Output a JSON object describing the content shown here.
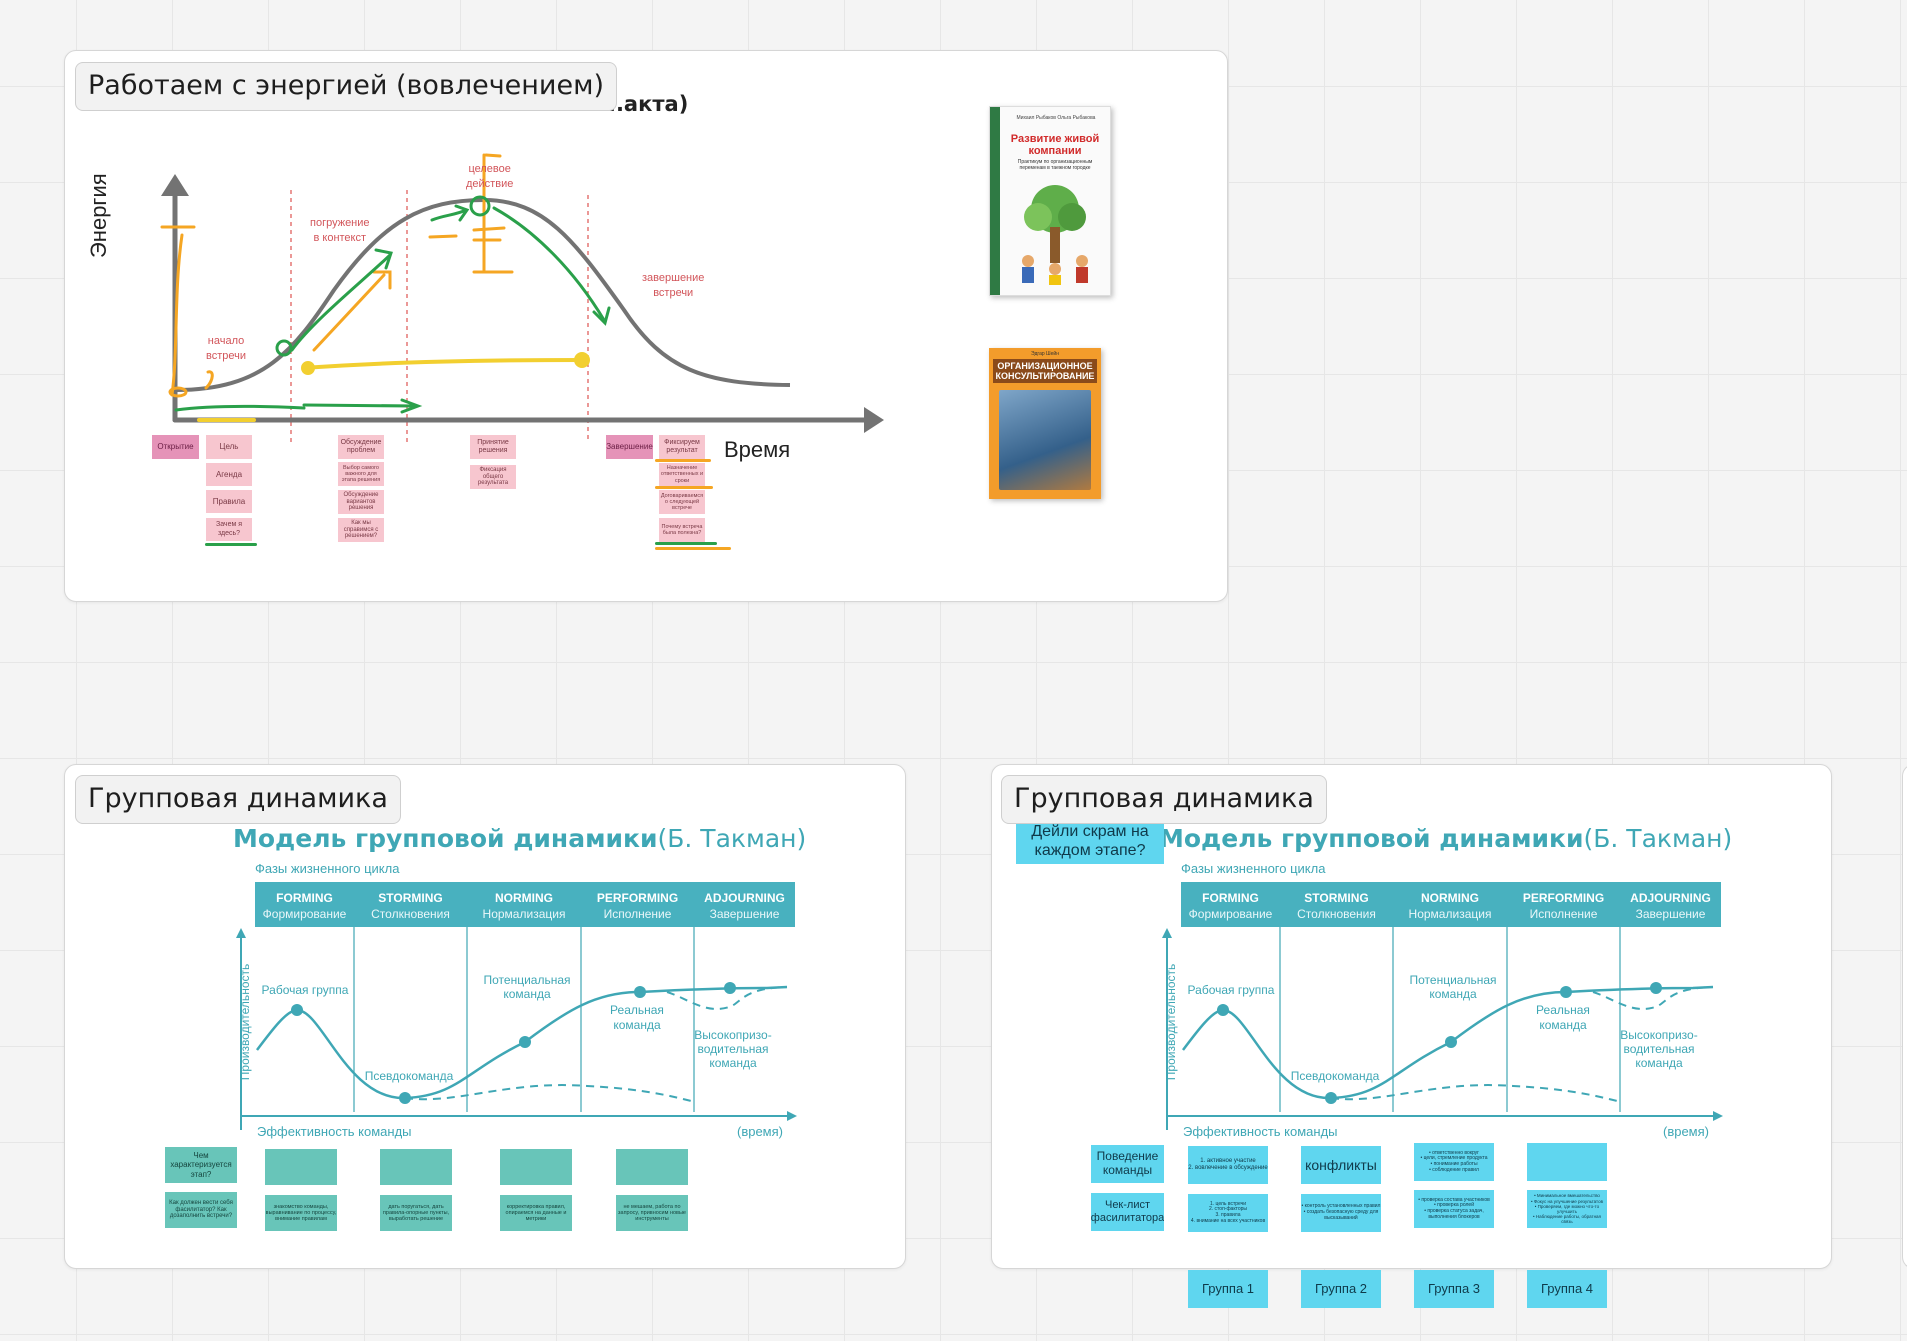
{
  "frames": {
    "energy": {
      "title": "Работаем с энергией (вовлечением)",
      "behind_text": "...акта)",
      "y_label": "Энергия",
      "x_label": "Время",
      "annotations": {
        "start": [
          "начало",
          "встречи"
        ],
        "immersion": [
          "погружение",
          "в контекст"
        ],
        "target": [
          "целевое",
          "действие"
        ],
        "end": [
          "завершение",
          "встречи"
        ]
      },
      "stickies": {
        "opening": "Открытие",
        "goal": "Цель",
        "agenda": "Агенда",
        "rules": "Правила",
        "why_here": "Зачем я здесь?",
        "discuss": "Обсуждение проблем",
        "choose": "Выбор самого важного для этапа решения",
        "discuss_options": "Обсуждение вариантов решения",
        "how_cope": "Как мы справимся с решением?",
        "decision": "Принятие решения",
        "fix_result": "Фиксация общего результата",
        "closing": "Завершение",
        "record": "Фиксируем результат",
        "assign": "Назначение ответственных и сроки",
        "next_meeting": "Договариваемся о следующей встрече",
        "was_useful": "Почему встреча была полезна?"
      },
      "book1": {
        "authors": "Михаил Рыбаков   Ольга Рыбакова",
        "title": "Развитие живой компании",
        "subtitle": "Практикум по организационным переменам в таежном городке"
      },
      "book2": {
        "author": "Эдгар Шейн",
        "title": "ОРГАНИЗАЦИОННОЕ КОНСУЛЬТИРОВАНИЕ"
      }
    },
    "dynamics_left": {
      "title": "Групповая динамика",
      "stickies": {
        "characteristic": "Чем характеризуется этап?",
        "facilitator": "Как должен вести себя фасилитатор? Как дозаполнить встречи?",
        "note1": "знакомство команды, выравнивание по процессу, внимание правилам",
        "note2": "дать поругаться, дать правила-опорные пункты, выработать решение",
        "note3": "корректировка правил, опираемся на данные и метрики",
        "note4": "не мешаем, работа по запросу, привносим новые инструменты"
      }
    },
    "dynamics_right": {
      "title": "Групповая динамика",
      "daily_scrum": "Дейли скрам на каждом этапе?",
      "behavior": "Поведение команды",
      "checklist": "Чек-лист фасилитатора",
      "conflicts": "конфликты",
      "b1": "1. активное участие\n2. вовлечение в обсуждение",
      "c1": "1. цель встречи\n2. стоп-факторы\n3. правила\n4. внимание на всех участников",
      "c2": "• контроль установленных правил\n• создать безопасную среду для высказываний",
      "b3": "• ответственно вокруг\n• цели, стремление продукта\n• понимание работы\n• соблюдение правил",
      "c3": "• проверка состава участников\n• проверка ролей\n• проверка статуса задач, выполнения блокеров",
      "c4": "• Минимальное вмешательство\n• Фокус на улучшение результатов\n• Проверяем, где можно что-то улучшить\n• Наблюдение работы, обратная связь",
      "groups": [
        "Группа 1",
        "Группа 2",
        "Группа 3",
        "Группа 4"
      ]
    }
  },
  "tuckman": {
    "title_bold": "Модель групповой динамики",
    "title_rest": "(Б. Такман)",
    "phases_label": "Фазы жизненного цикла",
    "phases": [
      {
        "en": "FORMING",
        "ru": "Формирование"
      },
      {
        "en": "STORMING",
        "ru": "Столкновения"
      },
      {
        "en": "NORMING",
        "ru": "Нормализация"
      },
      {
        "en": "PERFORMING",
        "ru": "Исполнение"
      },
      {
        "en": "ADJOURNING",
        "ru": "Завершение"
      }
    ],
    "y_label": "Производительность",
    "x_label": "Эффективность команды",
    "x_unit": "(время)",
    "points": {
      "working": "Рабочая группа",
      "pseudo": "Псевдокоманда",
      "potential": [
        "Потенциальная",
        "команда"
      ],
      "real": [
        "Реальная",
        "команда"
      ],
      "high": [
        "Высокопризо-",
        "водительная",
        "команда"
      ]
    }
  },
  "colors": {
    "teal": "#3fa7b5",
    "header_teal": "#48b1bf",
    "pink": "#f7c6cf",
    "cyan": "#5fd6ef",
    "sticky_teal": "#68c5b9"
  }
}
